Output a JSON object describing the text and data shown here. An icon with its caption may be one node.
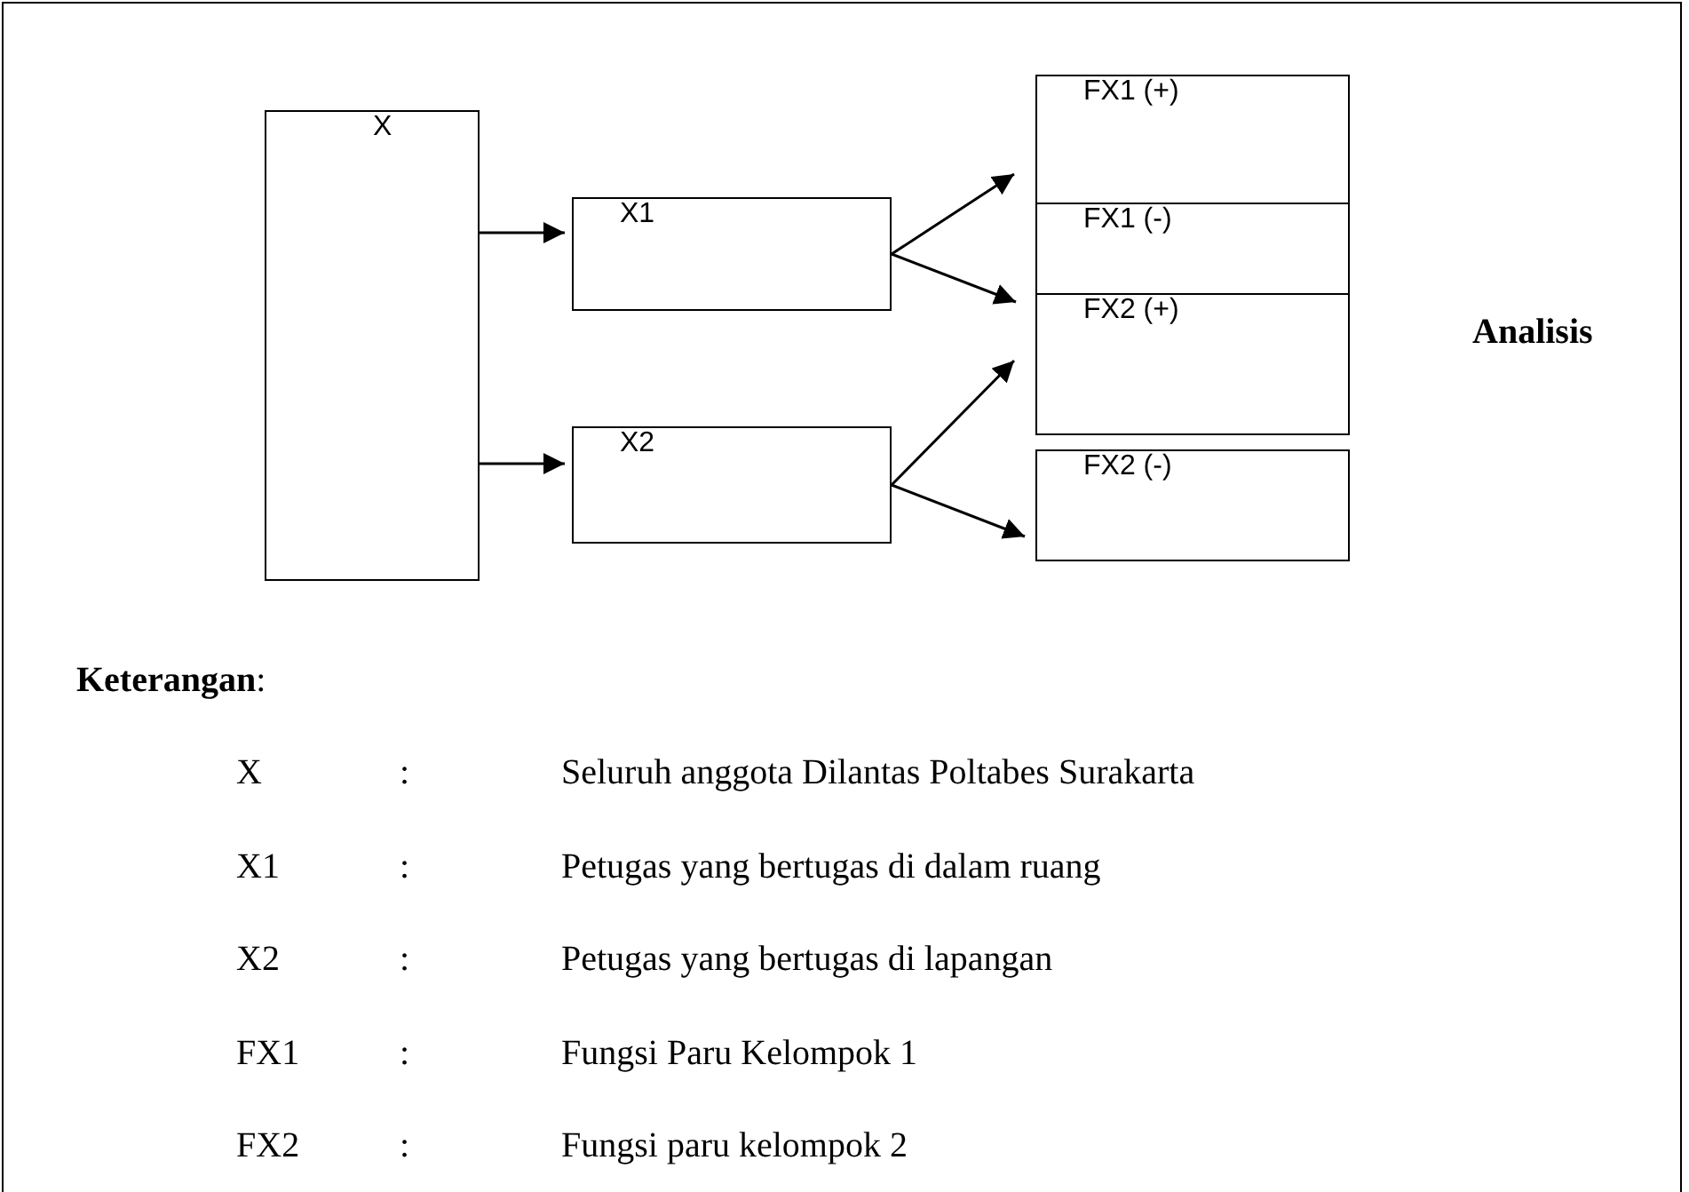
{
  "diagram": {
    "nodes": [
      {
        "text": [
          "X"
        ]
      },
      {
        "text": [
          "X1"
        ]
      },
      {
        "text": [
          "X2"
        ]
      },
      {
        "text": [
          "FX1 (+)"
        ]
      },
      {
        "text": [
          "FX1 (-)"
        ]
      },
      {
        "text": [
          "FX2 (+)"
        ]
      },
      {
        "text": [
          "FX2 (-)"
        ]
      }
    ],
    "edges": [
      {
        "from": 0,
        "to": 1,
        "arrow": "to"
      },
      {
        "from": 0,
        "to": 2,
        "arrow": "to"
      },
      {
        "from": 1,
        "to": 3,
        "arrow": "to"
      },
      {
        "from": 1,
        "to": 4,
        "arrow": "to"
      },
      {
        "from": 2,
        "to": 5,
        "arrow": "to"
      },
      {
        "from": 2,
        "to": 6,
        "arrow": "to"
      }
    ],
    "labels": [
      "Analisis",
      "**Keterangan**:",
      "X",
      ":",
      "Seluruh anggota Dilantas Poltabes Surakarta",
      "X1",
      ":",
      "Petugas yang bertugas di dalam ruang",
      "X2",
      ":",
      "Petugas yang bertugas di lapangan",
      "FX1",
      ":",
      "Fungsi Paru Kelompok 1",
      "FX2",
      ":",
      "Fungsi paru kelompok 2"
    ]
  }
}
